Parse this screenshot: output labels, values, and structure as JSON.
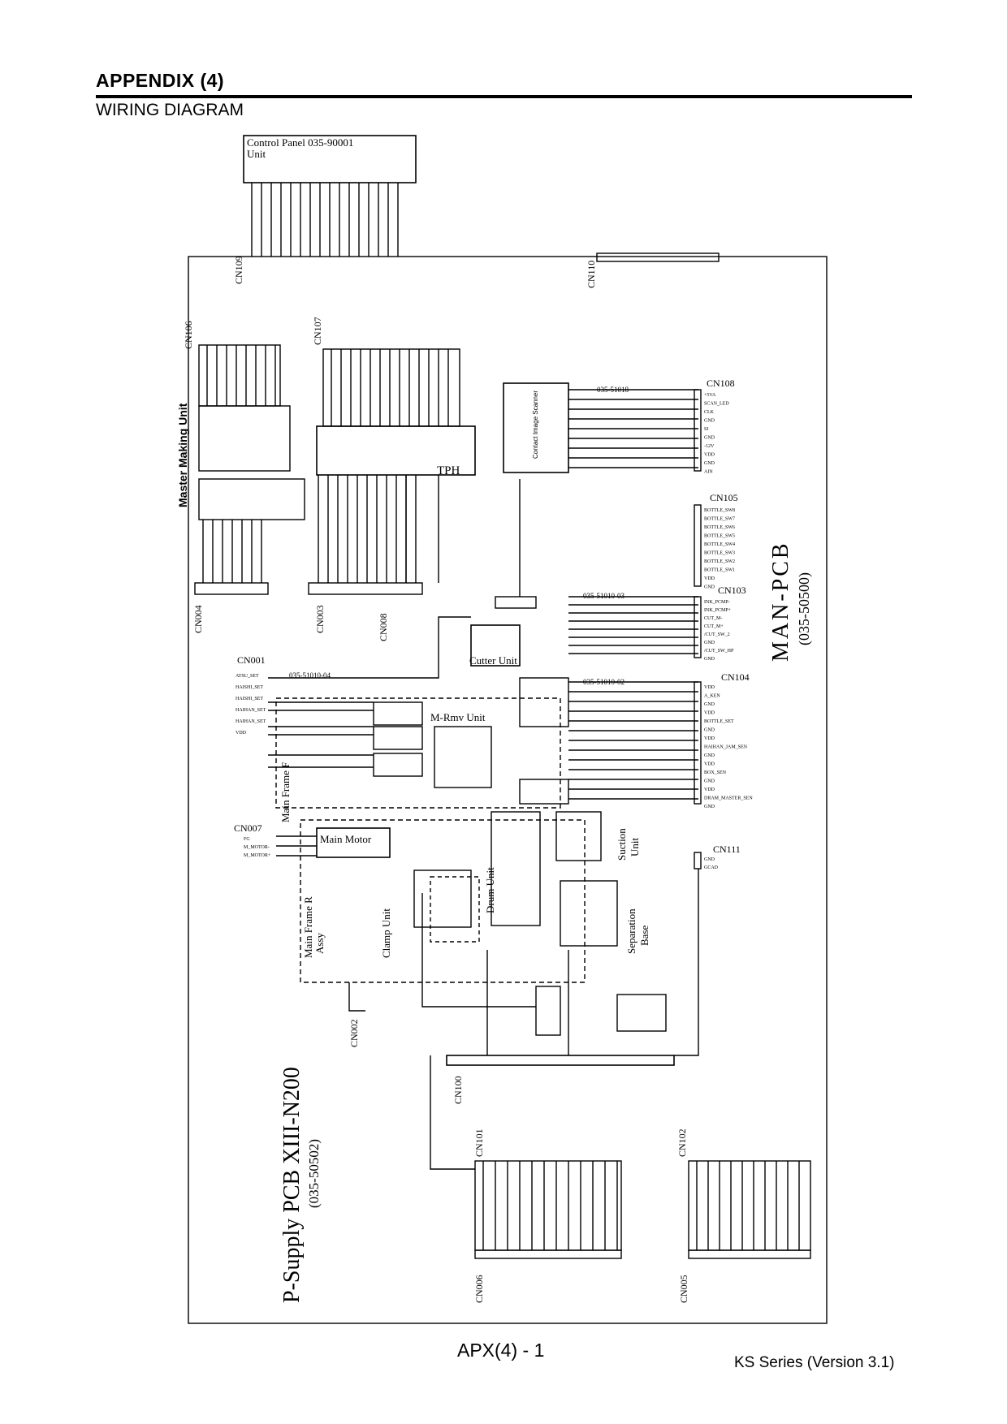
{
  "header": {
    "title": "APPENDIX (4)",
    "subtitle": "WIRING DIAGRAM"
  },
  "footer": {
    "page": "APX(4) - 1",
    "version": "KS Series (Version 3.1)"
  },
  "diagram": {
    "control_panel": {
      "title": "Control Panel 035-90001",
      "line2": "Unit"
    },
    "main_pcb": {
      "name": "MAN-PCB",
      "part": "(035-50500)"
    },
    "psu_pcb": {
      "name": "P-Supply PCB XIII-N200",
      "part": "(035-50502)"
    },
    "connectors": {
      "cn109": "CN109",
      "cn110": "CN110",
      "cn106": "CN106",
      "cn107": "CN107",
      "cn108": "CN108",
      "cn105": "CN105",
      "cn103": "CN103",
      "cn104": "CN104",
      "cn004": "CN004",
      "cn003": "CN003",
      "cn008": "CN008",
      "cn001": "CN001",
      "cn007": "CN007",
      "cn111": "CN111",
      "cn002": "CN002",
      "cn100": "CN100",
      "cn101": "CN101",
      "cn102": "CN102",
      "cn006": "CN006",
      "cn005": "CN005"
    },
    "units": {
      "master_making": "Master Making Unit",
      "tph": "TPH",
      "cutter": "Cutter Unit",
      "m_rmv": "M-Rmv Unit",
      "main_frame_f": "Main Frame F",
      "main_motor": "Main Motor",
      "main_frame_r": "Main Frame R",
      "main_frame_r_2": "Assy",
      "clamp": "Clamp Unit",
      "drum": "Drum Unit",
      "suction": "Suction",
      "suction_2": "Unit",
      "separation": "Separation",
      "separation_2": "Base",
      "contact_image_scanner": "Contact Image Scanner"
    },
    "wire_labels": {
      "w_51018": "035-51018",
      "w_510103": "035-51010-03",
      "w_510102": "035-51010-02",
      "w_510104": "035-51010-04"
    },
    "pin_labels": {
      "cn108": [
        "+5VA",
        "SCAN_LED",
        "CLK",
        "GND",
        "SI",
        "GND",
        "-12V",
        "VDD",
        "GND",
        "AIN"
      ],
      "cn105": [
        "BOTTLE_SW8",
        "BOTTLE_SW7",
        "BOTTLE_SW6",
        "BOTTLE_SW5",
        "BOTTLE_SW4",
        "BOTTLE_SW3",
        "BOTTLE_SW2",
        "BOTTLE_SW1",
        "VDD",
        "GND"
      ],
      "cn103": [
        "INK_PCMP-",
        "INK_PCMP+",
        "CUT_M-",
        "CUT_M+",
        "/CUT_SW_2",
        "GND",
        "/CUT_SW_HP",
        "GND"
      ],
      "cn104": [
        "VDD",
        "A_KEN",
        "GND",
        "VDD",
        "BOTTLE_SET",
        "GND",
        "VDD",
        "HAIHAN_JAM_SEN",
        "GND",
        "VDD",
        "BOX_SEN",
        "GND",
        "VDD",
        "DRAM_MASTER_SEN",
        "GND"
      ],
      "cn111": [
        "GND",
        "GCAD"
      ],
      "cn001": [
        "ATSU_SET",
        "HAISHI_SET",
        "HAISHI_SET",
        "HAIHAN_SET",
        "HAIHAN_SET",
        "VDD"
      ],
      "cn007": [
        "FG",
        "M_MOTOR-",
        "M_MOTOR+"
      ]
    }
  }
}
